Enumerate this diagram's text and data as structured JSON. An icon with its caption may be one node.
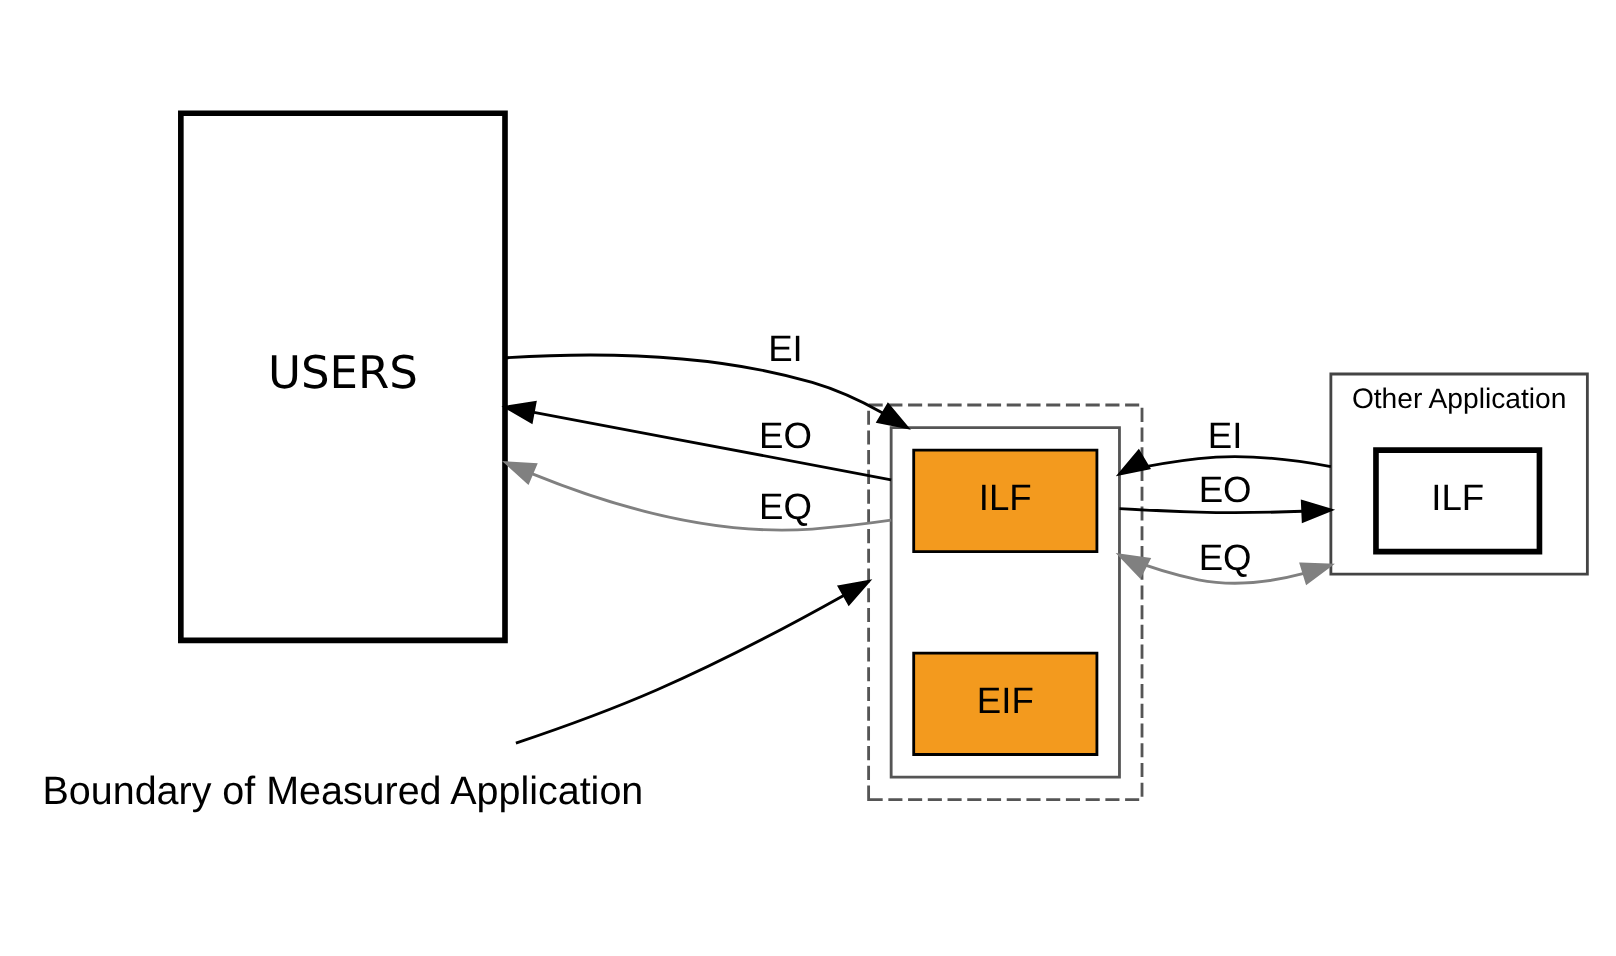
{
  "diagram": {
    "nodes": [
      {
        "text": [
          "USERS"
        ]
      },
      {
        "text": [
          "Boundary of Measured Application"
        ]
      },
      {
        "text": [],
        "shape": "box"
      },
      {
        "text": [],
        "shape": "box",
        "in": 2
      },
      {
        "text": [
          "ILF"
        ],
        "in": 3
      },
      {
        "text": [
          "EIF"
        ],
        "in": 3
      },
      {
        "text": [
          "Other Application"
        ]
      },
      {
        "text": [
          "ILF"
        ],
        "in": 6
      }
    ],
    "edges": [
      {
        "from": 0,
        "to": 3,
        "arrow": "to",
        "label": "EI"
      },
      {
        "from": 3,
        "to": 0,
        "arrow": "to",
        "label": "EO"
      },
      {
        "from": 3,
        "to": 0,
        "arrow": "to",
        "label": "EQ",
        "color": "#808080"
      },
      {
        "from": 6,
        "to": 3,
        "arrow": "to",
        "label": "EI"
      },
      {
        "from": 3,
        "to": 6,
        "arrow": "to",
        "label": "EO"
      },
      {
        "from": 3,
        "to": 6,
        "arrow": "both",
        "label": "EQ",
        "color": "#808080"
      },
      {
        "from": 1,
        "to": 2,
        "arrow": "to"
      }
    ]
  }
}
